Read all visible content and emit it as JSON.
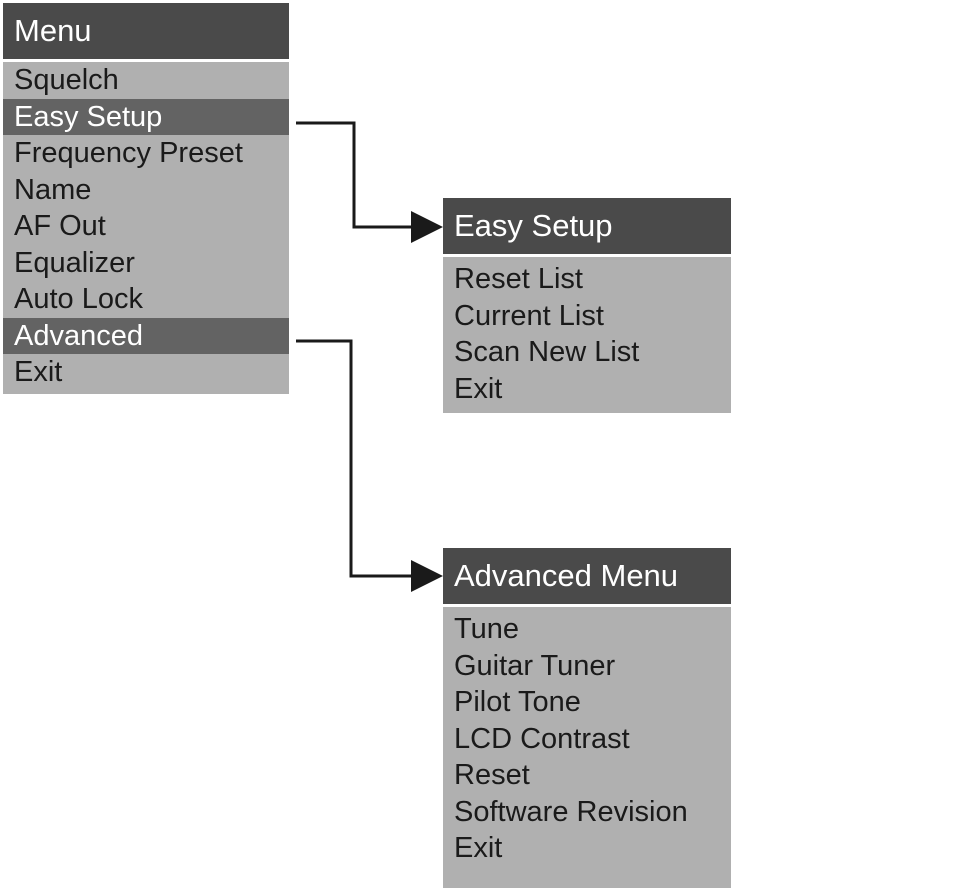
{
  "main_menu": {
    "title": "Menu",
    "items": [
      {
        "label": "Squelch",
        "selected": false
      },
      {
        "label": "Easy Setup",
        "selected": true
      },
      {
        "label": "Frequency Preset",
        "selected": false
      },
      {
        "label": "Name",
        "selected": false
      },
      {
        "label": "AF Out",
        "selected": false
      },
      {
        "label": "Equalizer",
        "selected": false
      },
      {
        "label": "Auto Lock",
        "selected": false
      },
      {
        "label": "Advanced",
        "selected": true
      },
      {
        "label": "Exit",
        "selected": false
      }
    ]
  },
  "easy_setup_menu": {
    "title": "Easy Setup",
    "items": [
      {
        "label": "Reset List"
      },
      {
        "label": "Current List"
      },
      {
        "label": "Scan New List"
      },
      {
        "label": "Exit"
      }
    ]
  },
  "advanced_menu": {
    "title": "Advanced Menu",
    "items": [
      {
        "label": "Tune"
      },
      {
        "label": "Guitar Tuner"
      },
      {
        "label": "Pilot Tone"
      },
      {
        "label": "LCD Contrast"
      },
      {
        "label": "Reset"
      },
      {
        "label": "Software Revision"
      },
      {
        "label": "Exit"
      }
    ]
  },
  "connectors": [
    {
      "name": "easy-setup-connector",
      "from": "Easy Setup",
      "to": "Easy Setup"
    },
    {
      "name": "advanced-connector",
      "from": "Advanced",
      "to": "Advanced Menu"
    }
  ],
  "colors": {
    "header_bg": "#4a4a4a",
    "body_bg": "#b0b0b0",
    "selected_bg": "#636363",
    "header_text": "#ffffff",
    "body_text": "#1a1a1a",
    "connector": "#1a1a1a",
    "page_bg": "#ffffff"
  }
}
